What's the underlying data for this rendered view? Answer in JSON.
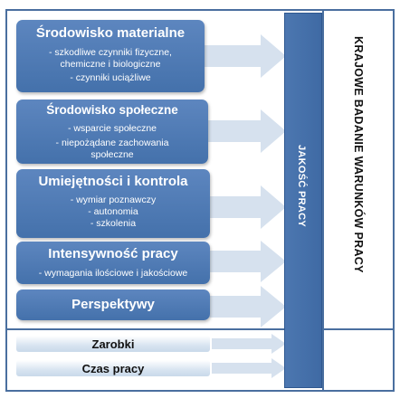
{
  "boxes": [
    {
      "title": "Środowisko materialne",
      "items": [
        "- szkodliwe czynniki fizyczne,",
        "chemiczne i biologiczne",
        "- czynniki uciążliwe"
      ]
    },
    {
      "title": "Środowisko społeczne",
      "items": [
        "- wsparcie społeczne",
        "- niepożądane zachowania",
        "społeczne"
      ]
    },
    {
      "title": "Umiejętności i kontrola",
      "items": [
        "- wymiar poznawczy",
        "- autonomia",
        "- szkolenia"
      ]
    },
    {
      "title": "Intensywność pracy",
      "items": [
        "- wymagania ilościowe i jakościowe"
      ]
    },
    {
      "title": "Perspektywy",
      "items": []
    }
  ],
  "bottom_items": [
    "Zarobki",
    "Czas pracy"
  ],
  "center_label": "JAKOŚĆ PRACY",
  "right_label": "KRAJOWE BADANIE WARUNKÓW PRACY",
  "colors": {
    "box_fill": "#4f7bb5",
    "frame": "#4a6f9f",
    "arrow": "#d6e1ee",
    "center_column": "#4471ab"
  }
}
